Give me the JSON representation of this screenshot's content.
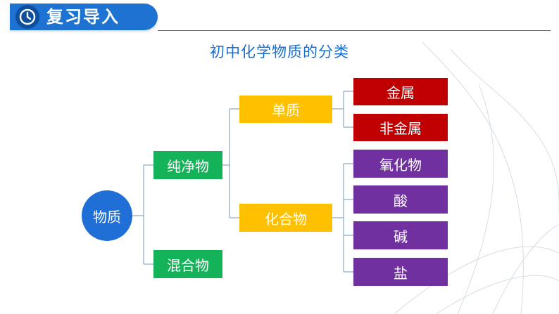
{
  "header": {
    "title": "复习导入",
    "icon": "clock-icon"
  },
  "diagram": {
    "title": "初中化学物质的分类",
    "root": "物质",
    "pure_substance": "纯净物",
    "mixture": "混合物",
    "element": "单质",
    "compound": "化合物",
    "metal": "金属",
    "nonmetal": "非金属",
    "oxide": "氧化物",
    "acid": "酸",
    "base": "碱",
    "salt": "盐"
  },
  "colors": {
    "header": "#1e73d2",
    "root": "#1f6fd6",
    "level1": "#14b359",
    "level2": "#ffc000",
    "element_leaves": "#c00000",
    "compound_leaves": "#7030a0"
  }
}
